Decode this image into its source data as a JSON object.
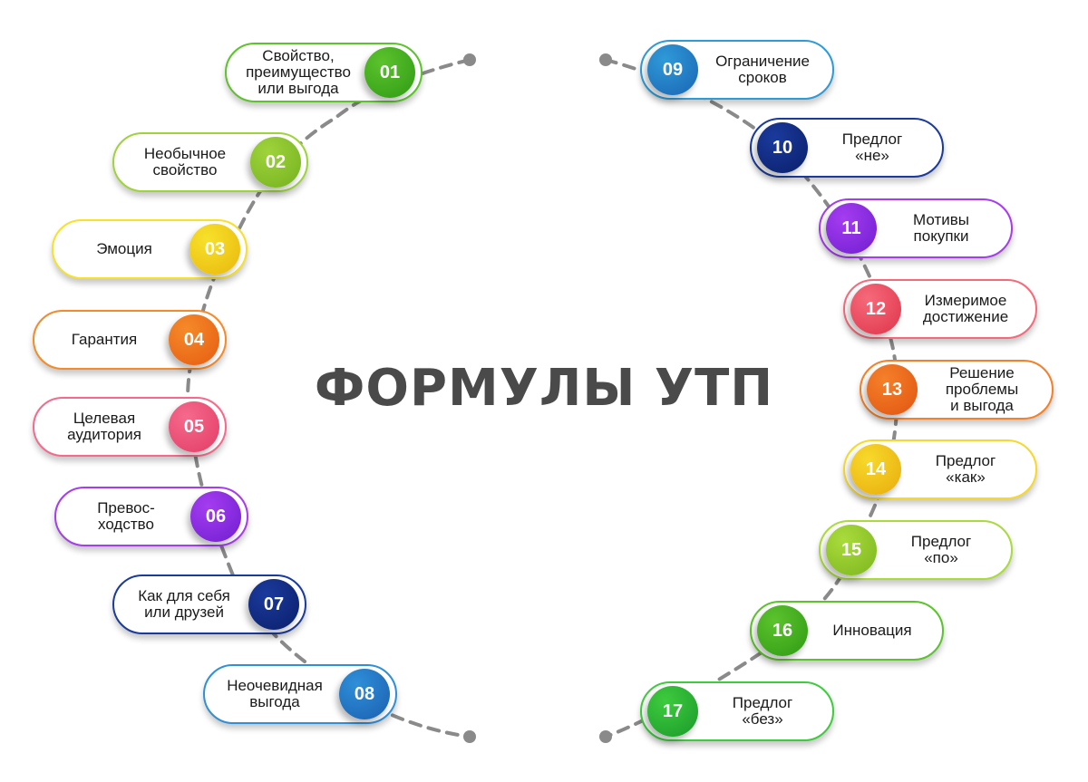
{
  "title": "ФОРМУЛЫ УТП",
  "items": [
    {
      "num": "01",
      "label": "Свойство,\nпреимущество\nили выгода",
      "color": "#5cc32d",
      "color_dark": "#2f9a14",
      "side": "left"
    },
    {
      "num": "02",
      "label": "Необычное\nсвойство",
      "color": "#9fd33c",
      "color_dark": "#74b21e",
      "side": "left"
    },
    {
      "num": "03",
      "label": "Эмоция",
      "color": "#f7e12b",
      "color_dark": "#e9b80c",
      "side": "left"
    },
    {
      "num": "04",
      "label": "Гарантия",
      "color": "#f58a2a",
      "color_dark": "#e65c10",
      "side": "left"
    },
    {
      "num": "05",
      "label": "Целевая\nаудитория",
      "color": "#f56a8c",
      "color_dark": "#e33c66",
      "side": "left"
    },
    {
      "num": "06",
      "label": "Превос-\nходство",
      "color": "#a53cf0",
      "color_dark": "#6f1ed0",
      "side": "left"
    },
    {
      "num": "07",
      "label": "Как для себя\nили друзей",
      "color": "#1a3a9c",
      "color_dark": "#0b1f6a",
      "side": "left"
    },
    {
      "num": "08",
      "label": "Неочевидная\nвыгода",
      "color": "#2f8fd8",
      "color_dark": "#1a5fb0",
      "side": "left"
    },
    {
      "num": "09",
      "label": "Ограничение\nсроков",
      "color": "#2f9ad8",
      "color_dark": "#1a65b3",
      "side": "right"
    },
    {
      "num": "10",
      "label": "Предлог\n«не»",
      "color": "#1a3a9c",
      "color_dark": "#0b1f6a",
      "side": "right"
    },
    {
      "num": "11",
      "label": "Мотивы\nпокупки",
      "color": "#a53cf0",
      "color_dark": "#6f1ed0",
      "side": "right"
    },
    {
      "num": "12",
      "label": "Измеримое\nдостижение",
      "color": "#f56a7a",
      "color_dark": "#e0344a",
      "side": "right"
    },
    {
      "num": "13",
      "label": "Решение\nпроблемы\nи выгода",
      "color": "#f5802a",
      "color_dark": "#e05510",
      "side": "right"
    },
    {
      "num": "14",
      "label": "Предлог\n«как»",
      "color": "#f7d92b",
      "color_dark": "#e9ac0c",
      "side": "right"
    },
    {
      "num": "15",
      "label": "Предлог\n«по»",
      "color": "#aadb3c",
      "color_dark": "#7cb61e",
      "side": "right"
    },
    {
      "num": "16",
      "label": "Инновация",
      "color": "#5cc32d",
      "color_dark": "#2f9a14",
      "side": "right"
    },
    {
      "num": "17",
      "label": "Предлог\n«без»",
      "color": "#3ecb3e",
      "color_dark": "#1a9a2a",
      "side": "right"
    }
  ]
}
